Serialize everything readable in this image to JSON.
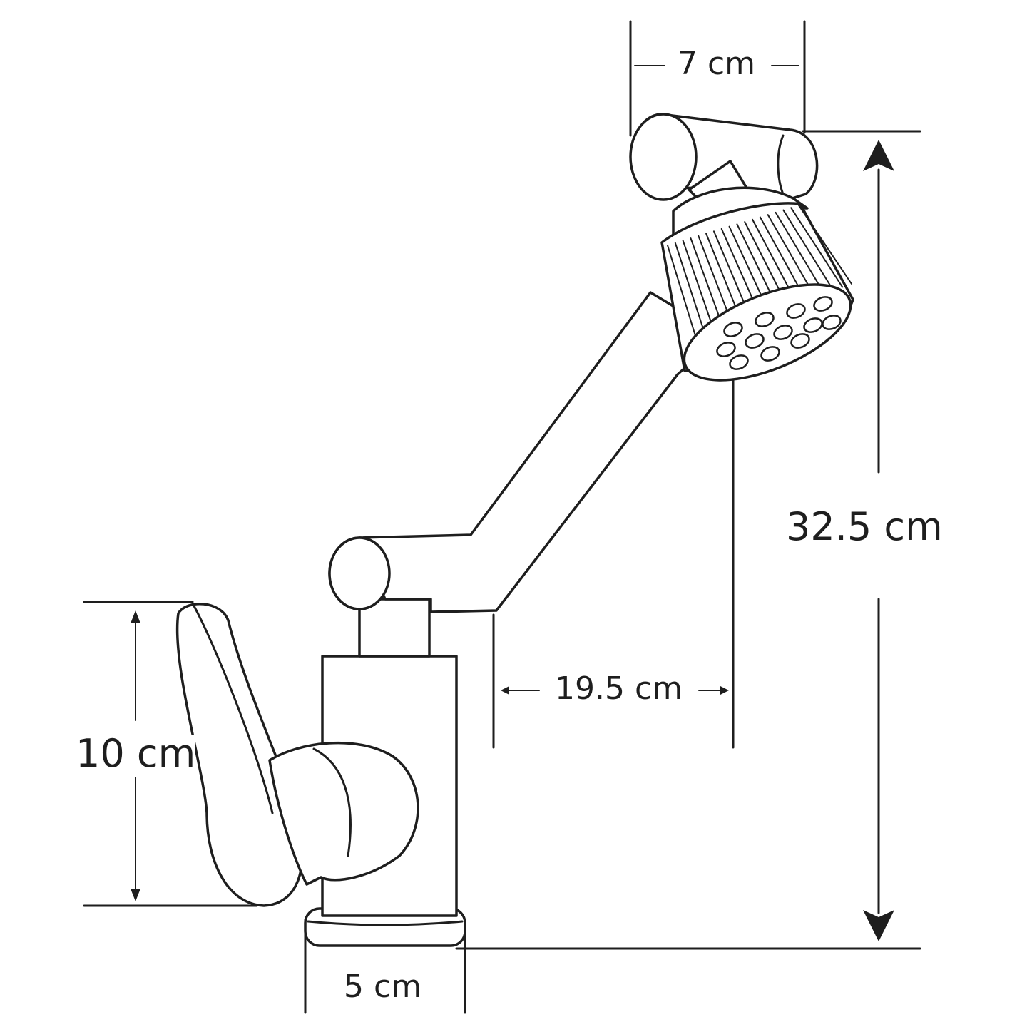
{
  "dimensions": {
    "head_width": "7 cm",
    "total_height": "32.5 cm",
    "arm_reach": "19.5 cm",
    "handle_height": "10 cm",
    "base_diameter": "5 cm"
  },
  "colors": {
    "line": "#1e1e1e",
    "background": "#ffffff"
  },
  "icons": [
    "arrow-up-icon",
    "arrow-down-icon",
    "arrow-left-icon",
    "arrow-right-icon"
  ]
}
